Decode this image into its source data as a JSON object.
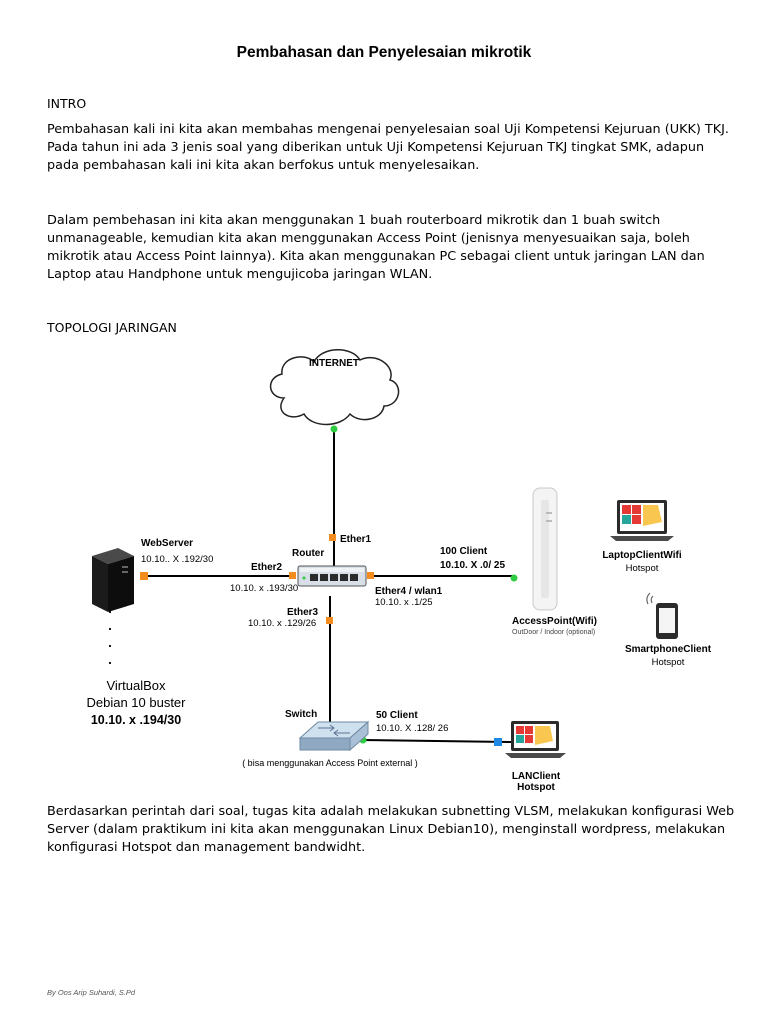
{
  "document": {
    "title": "Pembahasan dan  Penyelesaian mikrotik",
    "intro_heading": "INTRO",
    "intro_paragraph": "Pembahasan kali ini kita akan membahas mengenai penyelesaian soal Uji Kompetensi Kejuruan (UKK) TKJ. Pada tahun ini ada 3 jenis soal yang diberikan untuk Uji Kompetensi Kejuruan TKJ tingkat SMK, adapun pada pembahasan kali ini kita akan berfokus untuk menyelesaikan.",
    "paragraph_2": "Dalam pembehasan ini kita akan menggunakan 1 buah routerboard mikrotik dan 1 buah switch unmanageable, kemudian kita akan menggunakan Access Point (jenisnya menyesuaikan saja, boleh mikrotik atau Access Point lainnya). Kita akan menggunakan PC sebagai client untuk jaringan LAN dan Laptop atau Handphone untuk mengujicoba jaringan WLAN.",
    "topology_heading": "TOPOLOGI JARINGAN",
    "paragraph_3": "Berdasarkan perintah dari soal, tugas kita adalah melakukan subnetting VLSM, melakukan konfigurasi Web Server (dalam praktikum ini kita akan menggunakan Linux Debian10), menginstall wordpress, melakukan konfigurasi Hotspot dan management bandwidht.",
    "footer": "By Oos Arip Suhardi, S.Pd"
  },
  "diagram": {
    "internet": "INTERNET",
    "ether1": "Ether1",
    "router": "Router",
    "ether2": "Ether2",
    "ether2_ip": "10.10. x .193/30",
    "ether3": "Ether3",
    "ether3_ip": "10.10. x .129/26",
    "ether4": "Ether4 / wlan1",
    "ether4_ip": "10.10. x .1/25",
    "webserver": "WebServer",
    "webserver_ip": "10.10.. X .192/30",
    "virtualbox": "VirtualBox",
    "debian": "Debian 10 buster",
    "debian_ip": "10.10. x .194/30",
    "wifi_clients": "100 Client",
    "wifi_net": "10.10. X .0/ 25",
    "ap_label": "AccessPoint(Wifi)",
    "ap_sub": "OutDoor / Indoor (optional)",
    "laptop_wifi": "LaptopClientWifi",
    "laptop_wifi_sub": "Hotspot",
    "smartphone": "SmartphoneClient",
    "smartphone_sub": "Hotspot",
    "switch": "Switch",
    "lan_clients": "50 Client",
    "lan_net": "10.10. X .128/ 26",
    "switch_note": "( bisa menggunakan Access Point external )",
    "lan_client": "LANClient",
    "lan_client_sub": "Hotspot",
    "colors": {
      "port_orange": "#f28c1e",
      "link_green": "#2ecc40",
      "port_blue": "#1e88e5"
    }
  }
}
